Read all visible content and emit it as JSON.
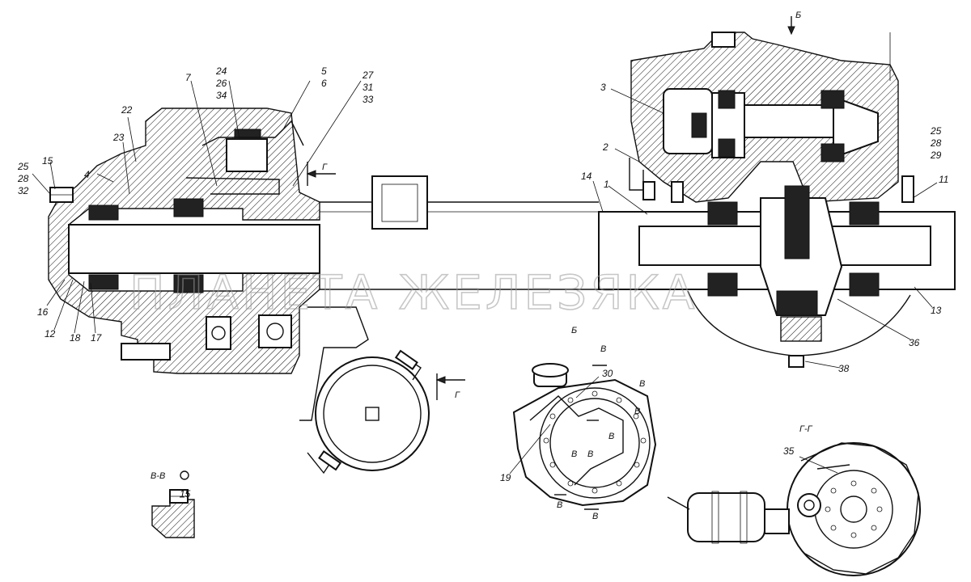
{
  "watermark": "ПЛАНЕТА ЖЕЛЕЗЯКА",
  "section_labels": {
    "view_b": "Б",
    "section_vv": "В-В",
    "section_gg": "Г-Г",
    "arrow_g": "Г",
    "arrow_v": "В"
  },
  "callouts": {
    "c1": "1",
    "c2": "2",
    "c3": "3",
    "c4": "4",
    "c5": "5",
    "c6": "6",
    "c7": "7",
    "c11": "11",
    "c12": "12",
    "c13": "13",
    "c14": "14",
    "c15": "15",
    "c16": "16",
    "c17": "17",
    "c18": "18",
    "c19": "19",
    "c22": "22",
    "c23": "23",
    "c24": "24",
    "c26": "26",
    "c34": "34",
    "c25a": "25",
    "c28a": "28",
    "c32": "32",
    "c25b": "25",
    "c28b": "28",
    "c29": "29",
    "c27": "27",
    "c31": "31",
    "c33": "33",
    "c30": "30",
    "c35": "35",
    "c36": "36",
    "c38": "38",
    "c15b": "15"
  }
}
